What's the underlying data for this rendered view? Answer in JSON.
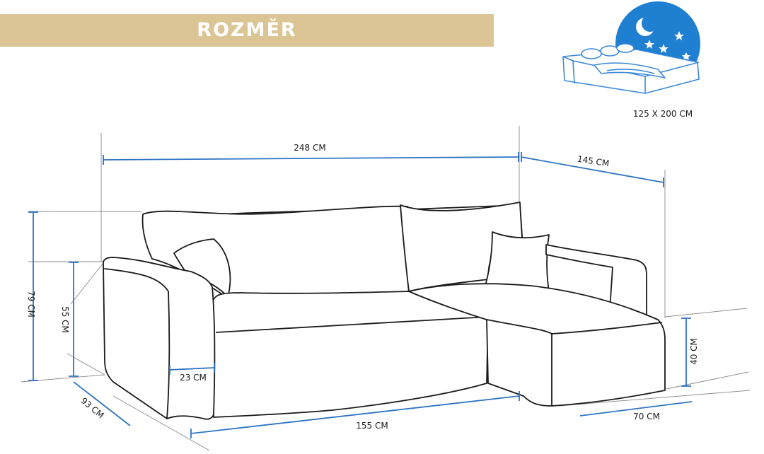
{
  "header": {
    "title": "ROZMĚR"
  },
  "sleeping_area": {
    "label": "125 X 200 CM"
  },
  "dimensions": {
    "total_width": "248 CM",
    "chaise_depth": "145 CM",
    "total_height": "79 CM",
    "seat_height": "55 CM",
    "armrest_width": "23 CM",
    "seat_depth": "93 CM",
    "seat_width": "155 CM",
    "chaise_height": "40 CM",
    "chaise_width": "70 CM"
  },
  "colors": {
    "banner": "#dcc595",
    "dimension_line": "#2e74c4",
    "moon_badge": "#1f7fd1",
    "outline": "#1a1a1a"
  },
  "icons": [
    "moon-icon",
    "star-icon",
    "sofa-bed-icon"
  ]
}
